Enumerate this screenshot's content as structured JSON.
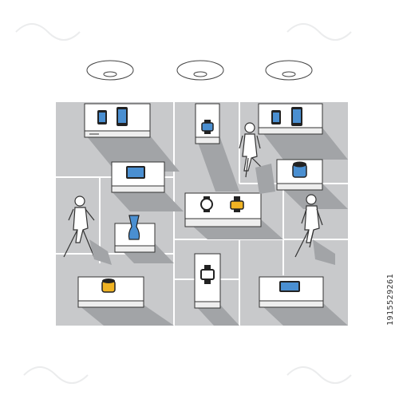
{
  "colors": {
    "floor": "#c8c9cb",
    "floor_line": "#ffffff",
    "shadow": "#9fa1a4",
    "table_top": "#ffffff",
    "table_side": "#eeeeee",
    "outline": "#222222",
    "blue": "#4a8fd1",
    "gold": "#f0b323",
    "screen": "#3d6f9e"
  },
  "scene": {
    "ceiling_lights": [
      "ceiling-lamp",
      "ceiling-lamp",
      "ceiling-lamp"
    ],
    "display_tables": [
      {
        "name": "phones-table-left",
        "items": [
          "smartphone-icon",
          "smartphone-icon"
        ]
      },
      {
        "name": "watch-table-top",
        "items": [
          "smartwatch-icon"
        ]
      },
      {
        "name": "phones-table-right",
        "items": [
          "smartphone-icon",
          "smartphone-icon"
        ]
      },
      {
        "name": "tablet-table",
        "items": [
          "tablet-icon"
        ]
      },
      {
        "name": "speaker-table-blue",
        "items": [
          "smart-speaker-icon"
        ]
      },
      {
        "name": "watches-table-center",
        "items": [
          "smartwatch-icon",
          "smartwatch-icon"
        ]
      },
      {
        "name": "vase-table",
        "items": [
          "vase-icon"
        ]
      },
      {
        "name": "speaker-table-gold",
        "items": [
          "smart-speaker-icon"
        ]
      },
      {
        "name": "watch-table-bottom",
        "items": [
          "smartwatch-icon"
        ]
      },
      {
        "name": "tablet-table-bottom",
        "items": [
          "tablet-icon"
        ]
      }
    ],
    "shoppers": [
      "shopper-figure",
      "shopper-figure",
      "shopper-figure"
    ]
  },
  "watermark": {
    "id_text": "1915529261"
  }
}
